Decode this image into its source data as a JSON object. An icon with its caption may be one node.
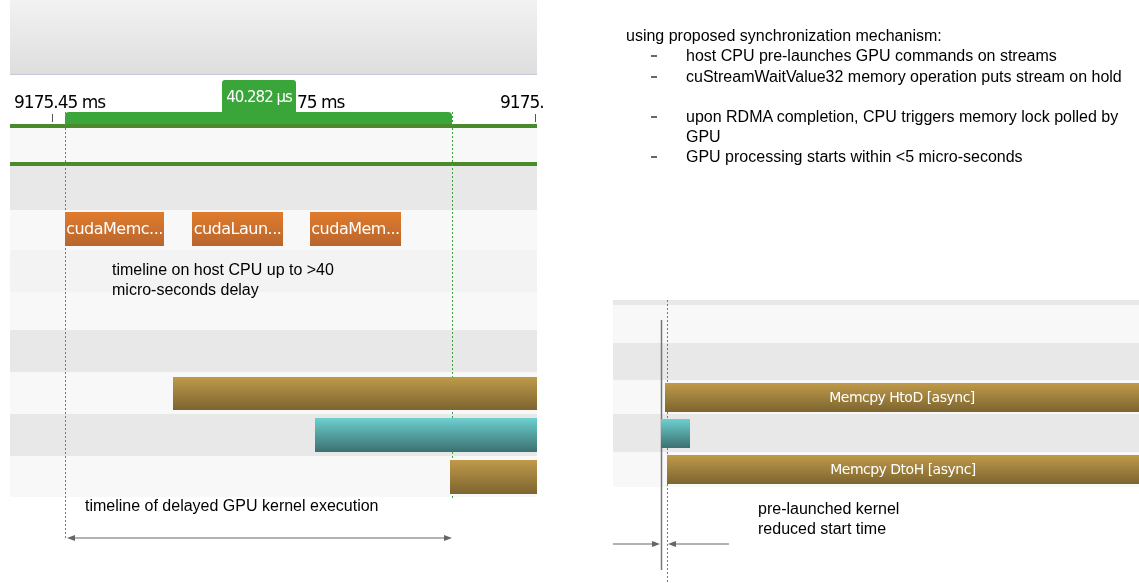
{
  "diagram": {
    "nodes": [
      {
        "text": [
          "40.282 µs"
        ]
      },
      {
        "text": [
          "cudaMemc..."
        ]
      },
      {
        "text": [
          "cudaLaun..."
        ]
      },
      {
        "text": [
          "cudaMem..."
        ]
      },
      {
        "text": [],
        "shape": "bar"
      },
      {
        "text": [],
        "shape": "bar"
      },
      {
        "text": [],
        "shape": "bar"
      },
      {
        "text": [
          "Memcpy HtoD [async]"
        ]
      },
      {
        "text": [],
        "shape": "bar"
      },
      {
        "text": [
          "Memcpy DtoH [async]"
        ]
      }
    ],
    "labels": [
      "using proposed  synchronization mechanism:",
      "host CPU pre-launches GPU commands on streams",
      "cuStreamWaitValue32 memory operation puts stream on hold",
      "upon RDMA completion, CPU triggers memory lock polled by GPU",
      "GPU processing starts within <5 micro-seconds",
      "9175.45 ms",
      "75 ms",
      "9175.",
      "timeline on host CPU up to >40 micro-seconds delay",
      "timeline of delayed GPU kernel execution",
      "pre-launched kernel reduced start time"
    ]
  }
}
